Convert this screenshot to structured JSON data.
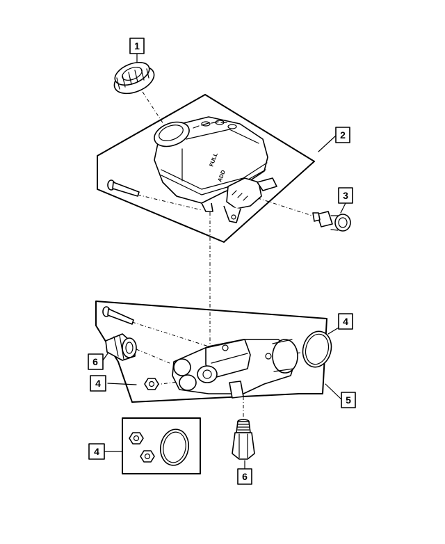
{
  "callouts": [
    {
      "id": "c1",
      "label": "1"
    },
    {
      "id": "c2",
      "label": "2"
    },
    {
      "id": "c3",
      "label": "3"
    },
    {
      "id": "c4a",
      "label": "4"
    },
    {
      "id": "c4b",
      "label": "4"
    },
    {
      "id": "c4c",
      "label": "4"
    },
    {
      "id": "c5",
      "label": "5"
    },
    {
      "id": "c6a",
      "label": "6"
    },
    {
      "id": "c6b",
      "label": "6"
    }
  ],
  "reservoir_markings": {
    "full": "FULL",
    "add": "ADD"
  }
}
